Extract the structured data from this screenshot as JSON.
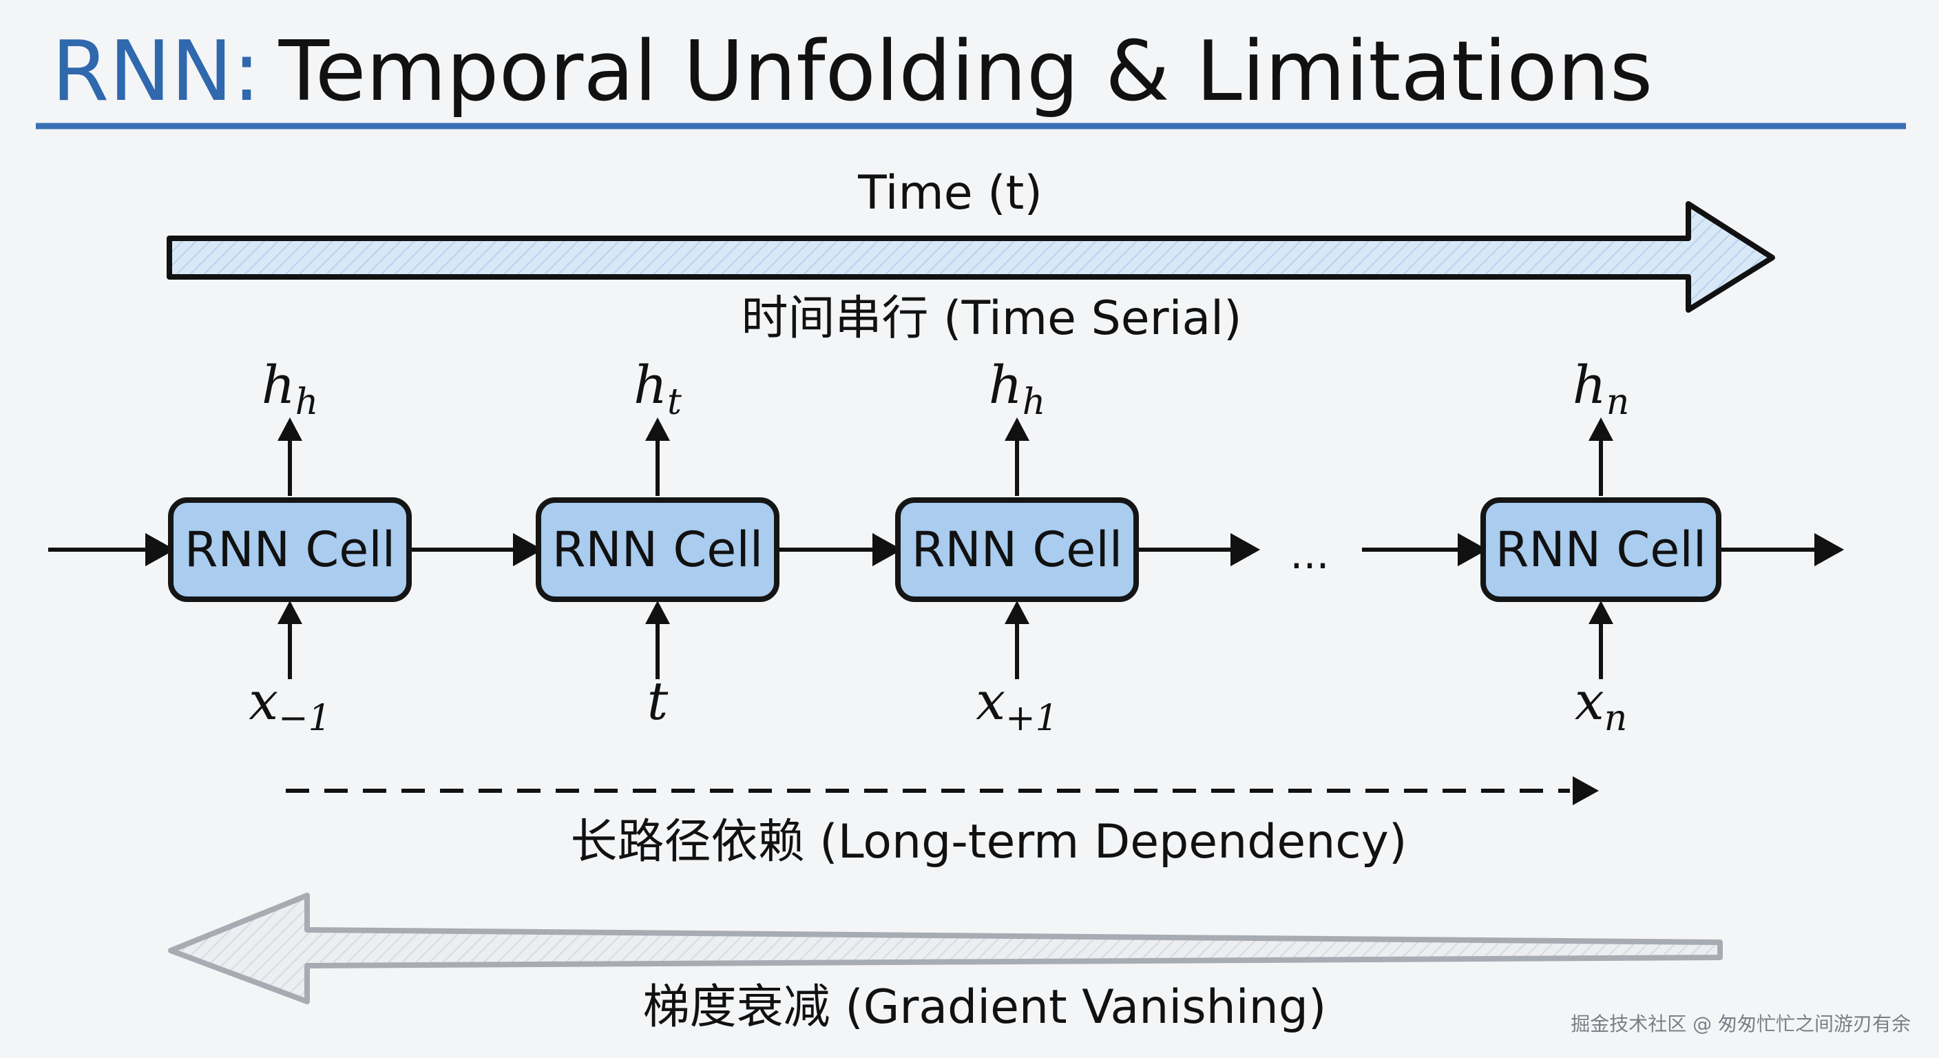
{
  "title": {
    "prefix": "RNN:",
    "main": "Temporal Unfolding & Limitations"
  },
  "time_arrow": {
    "top_label": "Time (t)",
    "bottom_label": "时间串行 (Time Serial)"
  },
  "cells": [
    {
      "label": "RNN Cell",
      "output_base": "h",
      "output_sub": "h",
      "input_base": "x",
      "input_sub": "−1"
    },
    {
      "label": "RNN Cell",
      "output_base": "h",
      "output_sub": "t",
      "input_base": "t",
      "input_sub": ""
    },
    {
      "label": "RNN Cell",
      "output_base": "h",
      "output_sub": "h",
      "input_base": "x",
      "input_sub": "+1"
    },
    {
      "label": "RNN Cell",
      "output_base": "h",
      "output_sub": "n",
      "input_base": "x",
      "input_sub": "n"
    }
  ],
  "ellipsis": "...",
  "dependency": {
    "label": "长路径依赖 (Long-term Dependency)"
  },
  "gradient": {
    "label": "梯度衰减 (Gradient Vanishing)"
  },
  "watermark": "掘金技术社区 @ 匆匆忙忙之间游刃有余",
  "colors": {
    "title_accent": "#2f68ad",
    "rule_line": "#3a6fb6",
    "cell_fill": "#a9ccef",
    "cell_stroke": "#151515",
    "time_arrow_fill": "#d9e8f7",
    "gradient_arrow_fill": "#e5e7eb",
    "gradient_arrow_stroke": "#a7abb2"
  }
}
